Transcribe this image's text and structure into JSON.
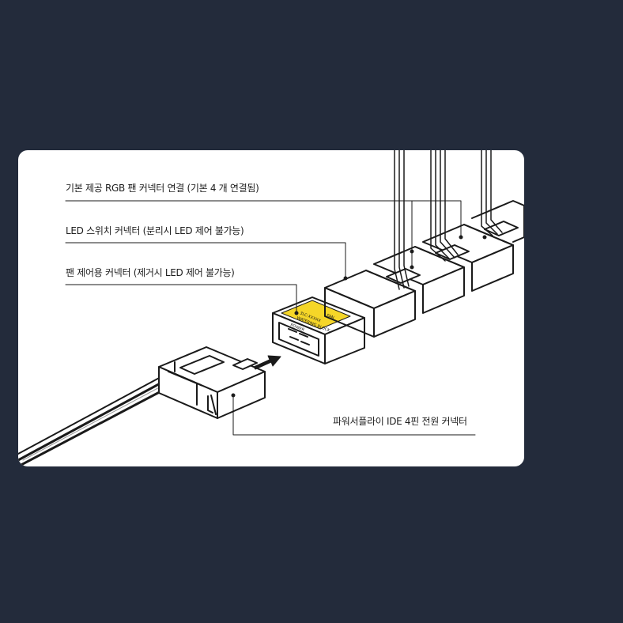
{
  "theme": {
    "background": "#232b3b",
    "card": "#ffffff",
    "line": "#1a1a1a",
    "label_sticker": "#f5d628"
  },
  "callouts": {
    "rgb_connector": "기본 제공 RGB 팬 커넥터 연결 (기본 4 개 연결됨)",
    "led_switch": "LED 스위치 커넥터 (분리시 LED 제어 불가능)",
    "fan_control": "팬 제어용 커넥터 (제거시 LED 제어 불가능)",
    "ide_power": "파워서플라이 IDE 4핀 전원 커넥터"
  },
  "sticker": {
    "line1": "3LC-XXXXX",
    "line2": "WATERING BLOCK",
    "fan": "FAN",
    "power": "POWER"
  }
}
